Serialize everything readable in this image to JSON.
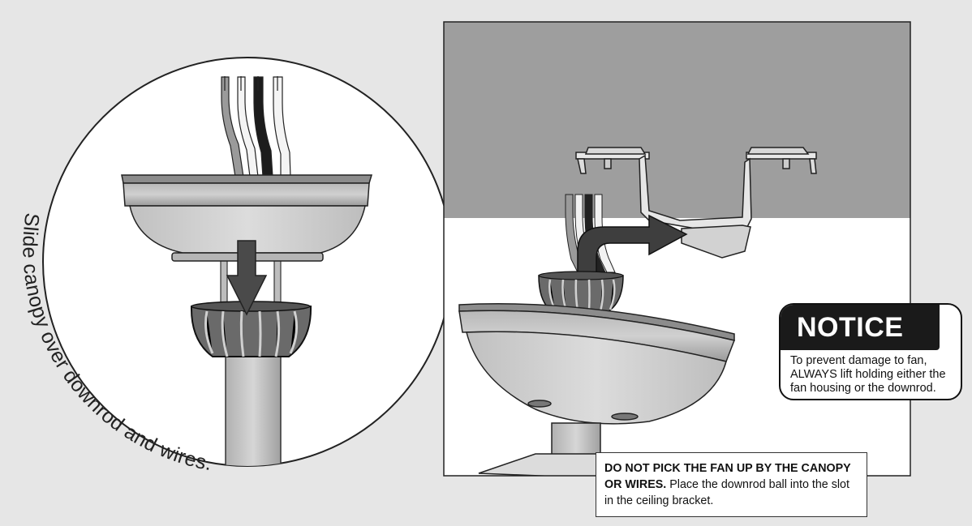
{
  "arc_label": "Slide canopy over downrod and wires.",
  "notice": {
    "title": "NOTICE",
    "text": "To prevent damage to fan, ALWAYS lift holding either the fan housing or the downrod."
  },
  "caption": {
    "bold": "DO NOT PICK THE FAN UP BY THE CANOPY OR WIRES.",
    "text": " Place the downrod ball into the slot in the ceiling bracket."
  },
  "colors": {
    "ceiling": "#9e9e9e",
    "canopy": "#c8c8c8",
    "arrow": "#4a4a4a",
    "ball": "#6a6a6a"
  }
}
